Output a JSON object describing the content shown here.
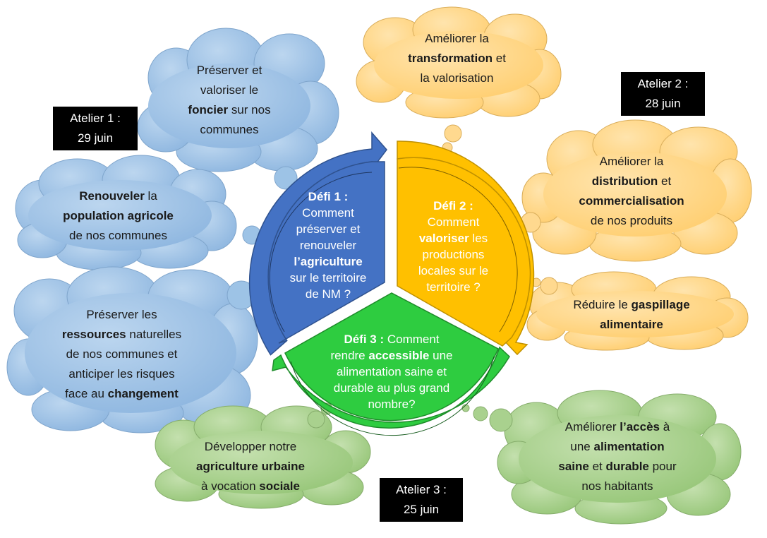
{
  "colors": {
    "blue_segment": "#4472C4",
    "yellow_segment": "#FFC000",
    "green_segment": "#2ECC40",
    "blue_cloud": "#9DC3E6",
    "orange_cloud": "#FFD98F",
    "green_cloud": "#A9D18E",
    "badge_bg": "#000000"
  },
  "badges": {
    "atelier1": [
      "Atelier 1 :",
      "29 juin"
    ],
    "atelier2": [
      "Atelier 2 :",
      "28 juin"
    ],
    "atelier3": [
      "Atelier 3 :",
      "25 juin"
    ]
  },
  "defis": {
    "defi1": [
      [
        {
          "t": "Défi 1 :",
          "b": true
        }
      ],
      [
        {
          "t": "Comment"
        }
      ],
      [
        {
          "t": "préserver et"
        }
      ],
      [
        {
          "t": "renouveler"
        }
      ],
      [
        {
          "t": "l’agriculture",
          "b": true
        }
      ],
      [
        {
          "t": "sur le territoire"
        }
      ],
      [
        {
          "t": "de NM ?"
        }
      ]
    ],
    "defi2": [
      [
        {
          "t": "Défi 2 :",
          "b": true
        }
      ],
      [
        {
          "t": "Comment"
        }
      ],
      [
        {
          "t": "valoriser",
          "b": true
        },
        {
          "t": " les"
        }
      ],
      [
        {
          "t": "productions"
        }
      ],
      [
        {
          "t": "locales sur le"
        }
      ],
      [
        {
          "t": "territoire ?"
        }
      ]
    ],
    "defi3": [
      [
        {
          "t": "Défi 3 :",
          "b": true
        },
        {
          "t": " Comment"
        }
      ],
      [
        {
          "t": "rendre "
        },
        {
          "t": "accessible",
          "b": true
        },
        {
          "t": " une"
        }
      ],
      [
        {
          "t": "alimentation saine et"
        }
      ],
      [
        {
          "t": "durable au plus grand"
        }
      ],
      [
        {
          "t": "nombre?"
        }
      ]
    ]
  },
  "clouds": {
    "foncier": [
      [
        {
          "t": "Préserver et"
        }
      ],
      [
        {
          "t": "valoriser le"
        }
      ],
      [
        {
          "t": "foncier",
          "b": true
        },
        {
          "t": " sur nos"
        }
      ],
      [
        {
          "t": "communes"
        }
      ]
    ],
    "population": [
      [
        {
          "t": "Renouveler",
          "b": true
        },
        {
          "t": " la"
        }
      ],
      [
        {
          "t": "population agricole",
          "b": true
        }
      ],
      [
        {
          "t": "de nos communes"
        }
      ]
    ],
    "ressources": [
      [
        {
          "t": "Préserver les"
        }
      ],
      [
        {
          "t": "ressources",
          "b": true
        },
        {
          "t": " naturelles"
        }
      ],
      [
        {
          "t": "de nos communes et"
        }
      ],
      [
        {
          "t": "anticiper les risques"
        }
      ],
      [
        {
          "t": "face au "
        },
        {
          "t": "changement",
          "b": true
        }
      ]
    ],
    "transformation": [
      [
        {
          "t": "Améliorer la"
        }
      ],
      [
        {
          "t": "transformation",
          "b": true
        },
        {
          "t": " et"
        }
      ],
      [
        {
          "t": "la valorisation"
        }
      ]
    ],
    "distribution": [
      [
        {
          "t": "Améliorer la"
        }
      ],
      [
        {
          "t": "distribution",
          "b": true
        },
        {
          "t": " et"
        }
      ],
      [
        {
          "t": "commercialisation",
          "b": true
        }
      ],
      [
        {
          "t": "de nos produits"
        }
      ]
    ],
    "gaspillage": [
      [
        {
          "t": "Réduire le "
        },
        {
          "t": "gaspillage",
          "b": true
        }
      ],
      [
        {
          "t": "alimentaire",
          "b": true
        }
      ]
    ],
    "agriculture_urbaine": [
      [
        {
          "t": "Développer notre"
        }
      ],
      [
        {
          "t": "agriculture urbaine",
          "b": true
        }
      ],
      [
        {
          "t": "à vocation "
        },
        {
          "t": "sociale",
          "b": true
        }
      ]
    ],
    "acces": [
      [
        {
          "t": "Améliorer "
        },
        {
          "t": "l’accès",
          "b": true
        },
        {
          "t": " à"
        }
      ],
      [
        {
          "t": "une "
        },
        {
          "t": "alimentation",
          "b": true
        }
      ],
      [
        {
          "t": "saine",
          "b": true
        },
        {
          "t": " et "
        },
        {
          "t": "durable",
          "b": true
        },
        {
          "t": " pour"
        }
      ],
      [
        {
          "t": "nos habitants"
        }
      ]
    ]
  }
}
